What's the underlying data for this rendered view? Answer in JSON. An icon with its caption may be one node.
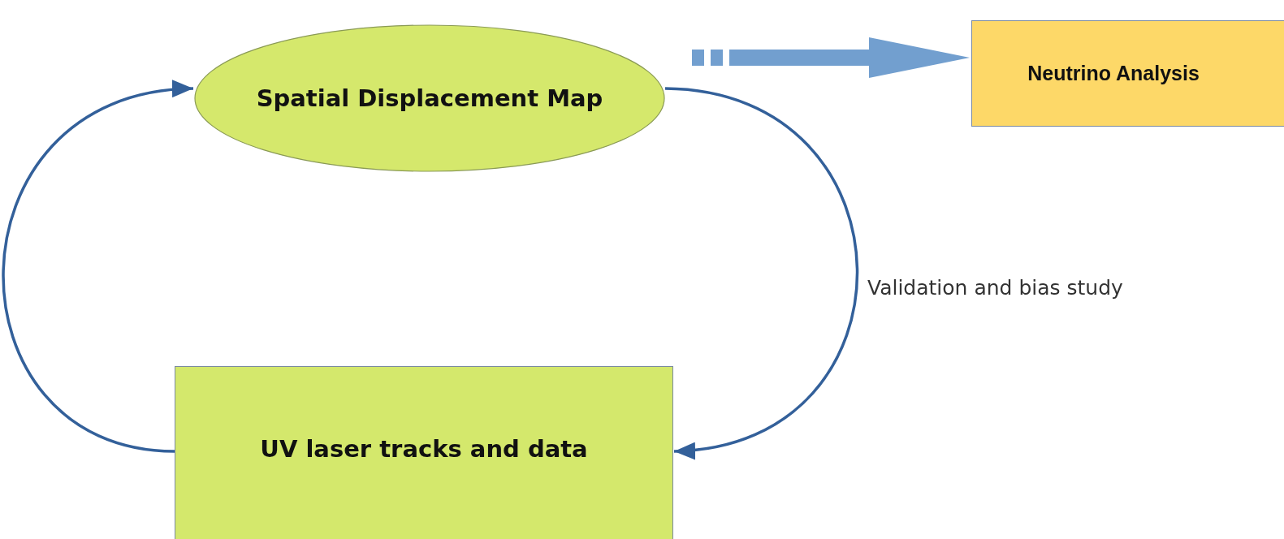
{
  "diagram": {
    "nodes": [
      {
        "text": [
          "Spatial Displacement Map"
        ]
      },
      {
        "text": [
          "Neutrino Analysis"
        ]
      },
      {
        "text": [
          "UV laser tracks and data"
        ]
      }
    ],
    "edges": [
      {
        "from": 0,
        "to": 1,
        "arrow": "to",
        "style": "thick",
        "color": "#729fcf"
      },
      {
        "from": 0,
        "to": 2,
        "arrow": "to",
        "label": "Validation and bias study"
      },
      {
        "from": 2,
        "to": 0,
        "arrow": "to"
      }
    ]
  }
}
